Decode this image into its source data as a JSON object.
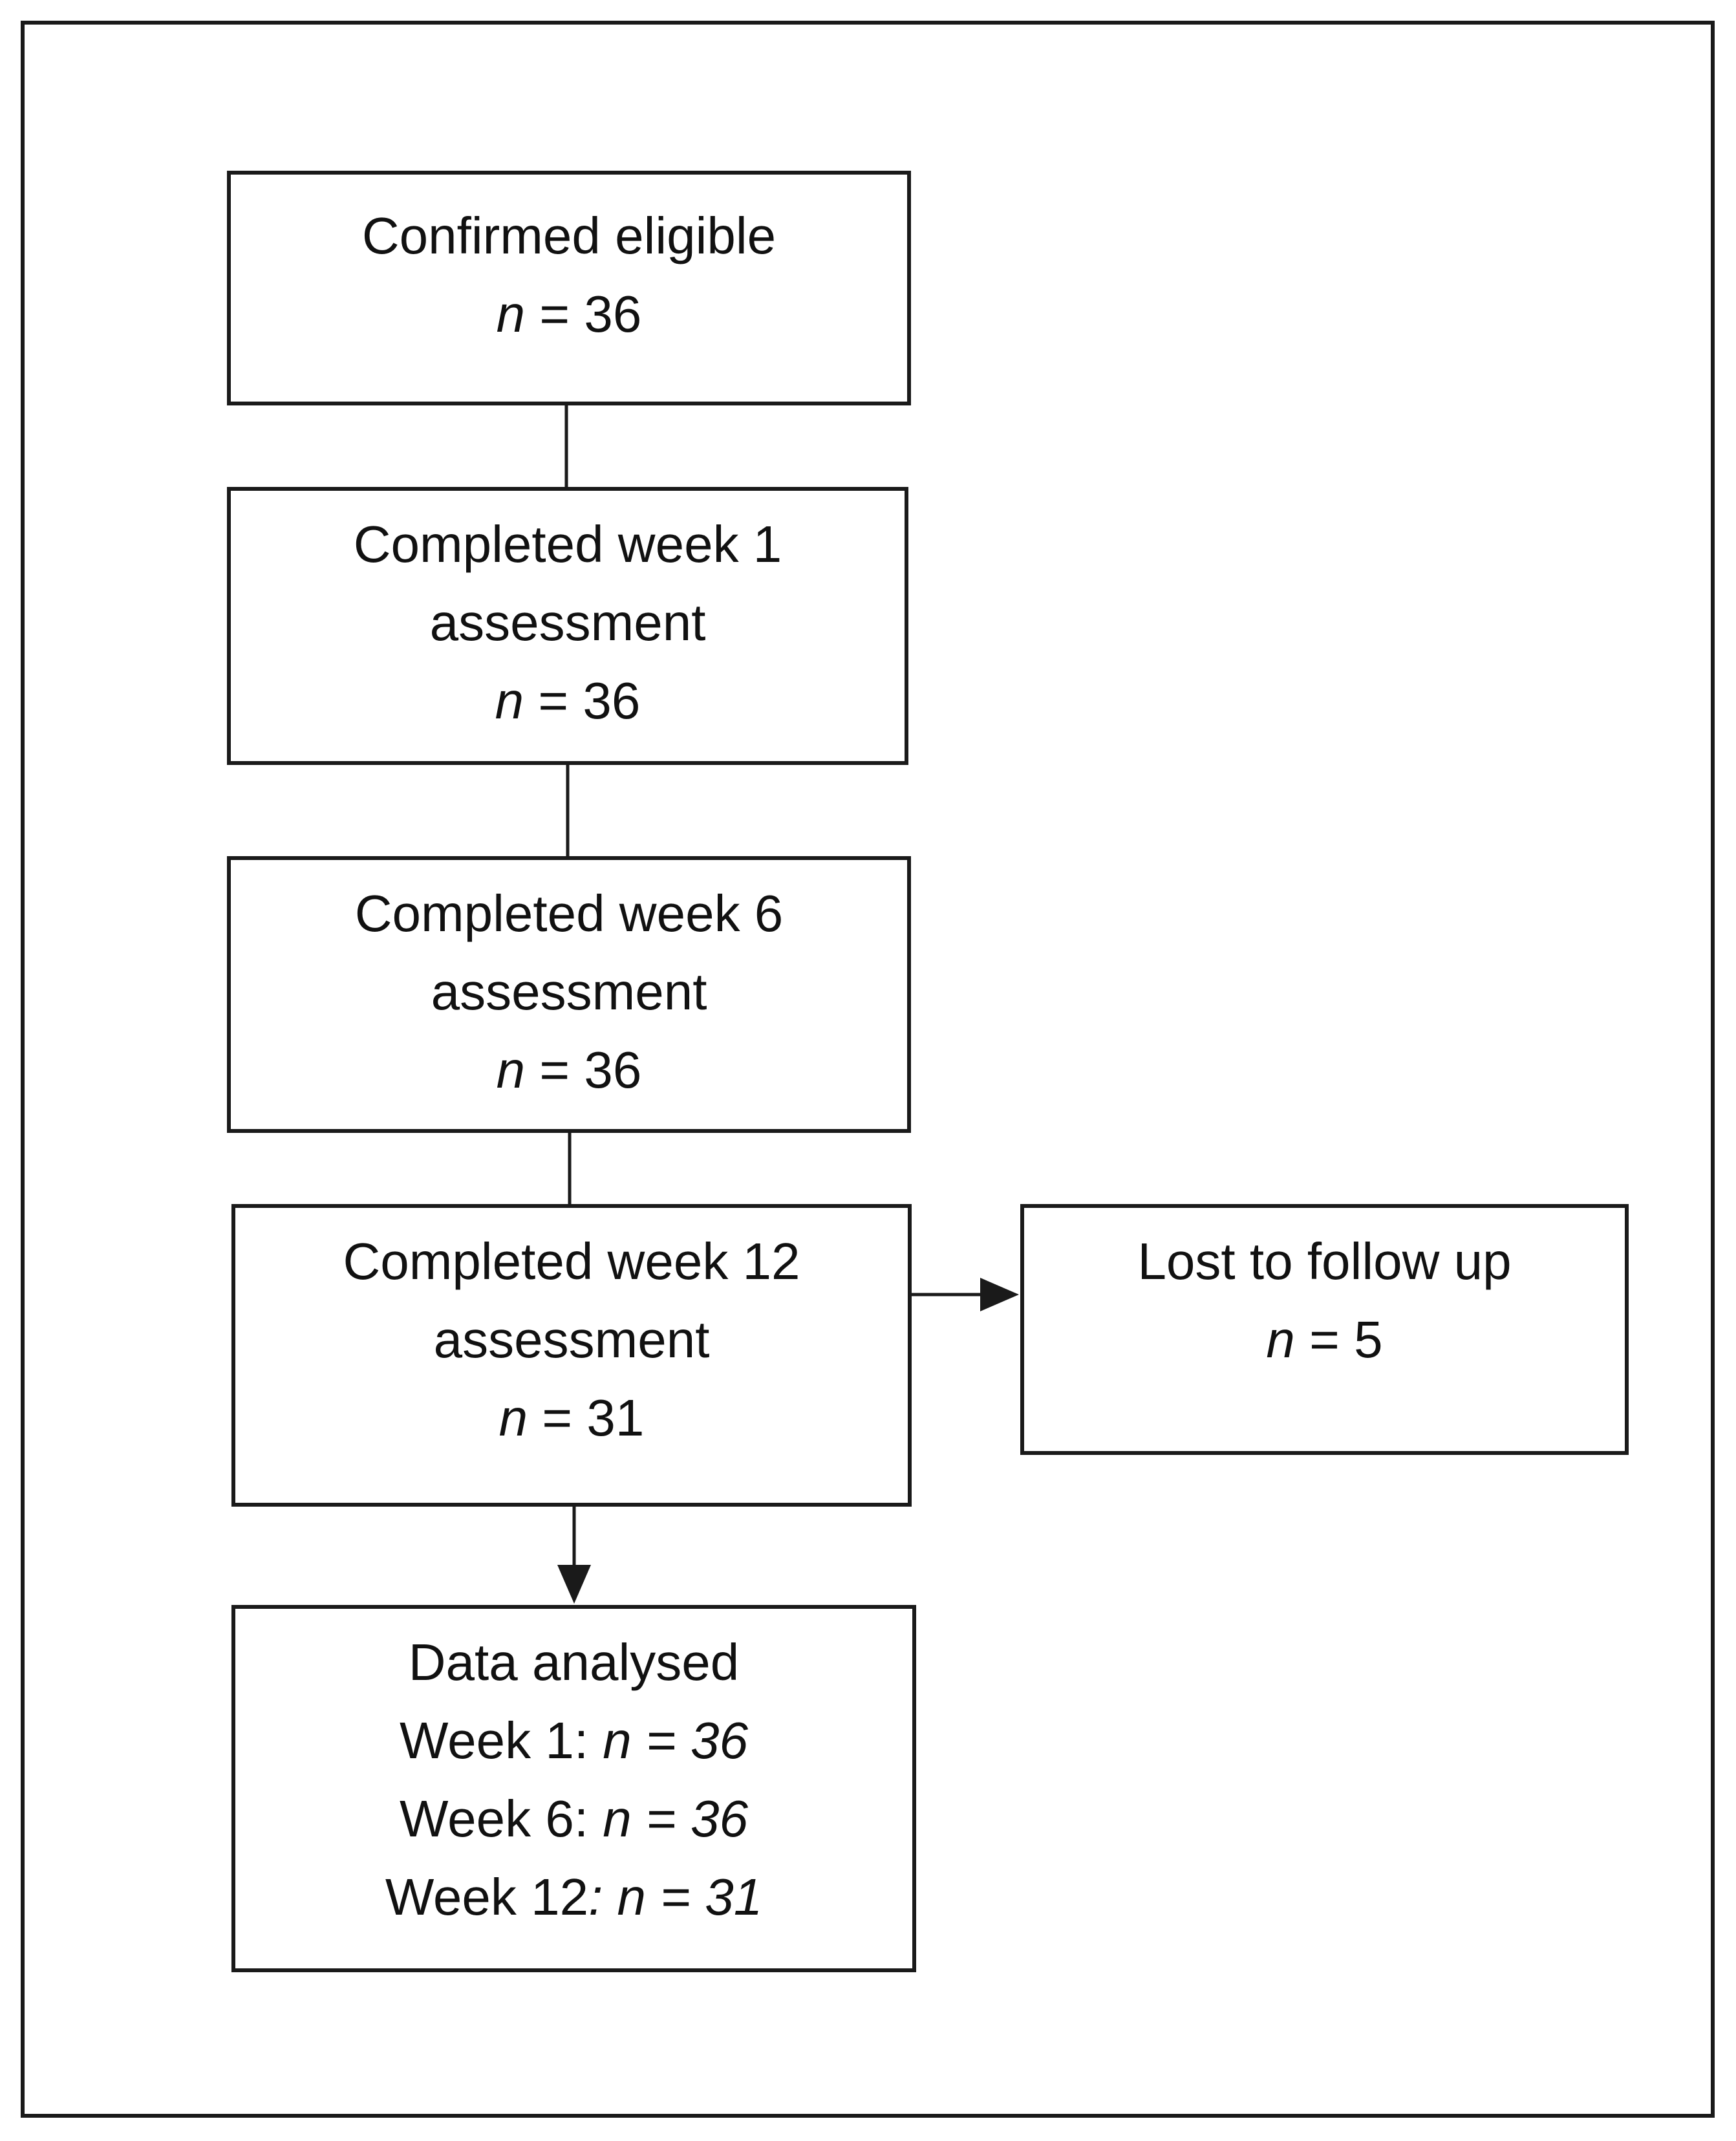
{
  "diagram": {
    "boxes": [
      {
        "id": "confirmed-eligible",
        "title_lines": [
          "Confirmed eligible"
        ],
        "n_label": "n",
        "n_value": "= 36"
      },
      {
        "id": "week1",
        "title_lines": [
          "Completed week 1",
          "assessment"
        ],
        "n_label": "n",
        "n_value": "= 36"
      },
      {
        "id": "week6",
        "title_lines": [
          "Completed week 6",
          "assessment"
        ],
        "n_label": "n",
        "n_value": "= 36"
      },
      {
        "id": "week12",
        "title_lines": [
          "Completed week 12",
          "assessment"
        ],
        "n_label": "n",
        "n_value": "= 31"
      },
      {
        "id": "lost-to-follow-up",
        "title_lines": [
          "Lost to follow up"
        ],
        "n_label": "n",
        "n_value": "= 5"
      },
      {
        "id": "data-analysed",
        "title": "Data analysed",
        "rows": [
          {
            "label": "Week 1:",
            "value": "n = 36"
          },
          {
            "label": "Week 6:",
            "value": "n = 36"
          },
          {
            "label": "Week 12",
            "value": ": n = 31"
          }
        ]
      }
    ],
    "edges": [
      {
        "from": "confirmed-eligible",
        "to": "week1",
        "arrow": false
      },
      {
        "from": "week1",
        "to": "week6",
        "arrow": false
      },
      {
        "from": "week6",
        "to": "week12",
        "arrow": false
      },
      {
        "from": "week12",
        "to": "lost-to-follow-up",
        "arrow": true
      },
      {
        "from": "week12",
        "to": "data-analysed",
        "arrow": true
      }
    ],
    "colors": {
      "line": "#1a1a1a",
      "background": "#ffffff",
      "text": "#111111"
    }
  }
}
